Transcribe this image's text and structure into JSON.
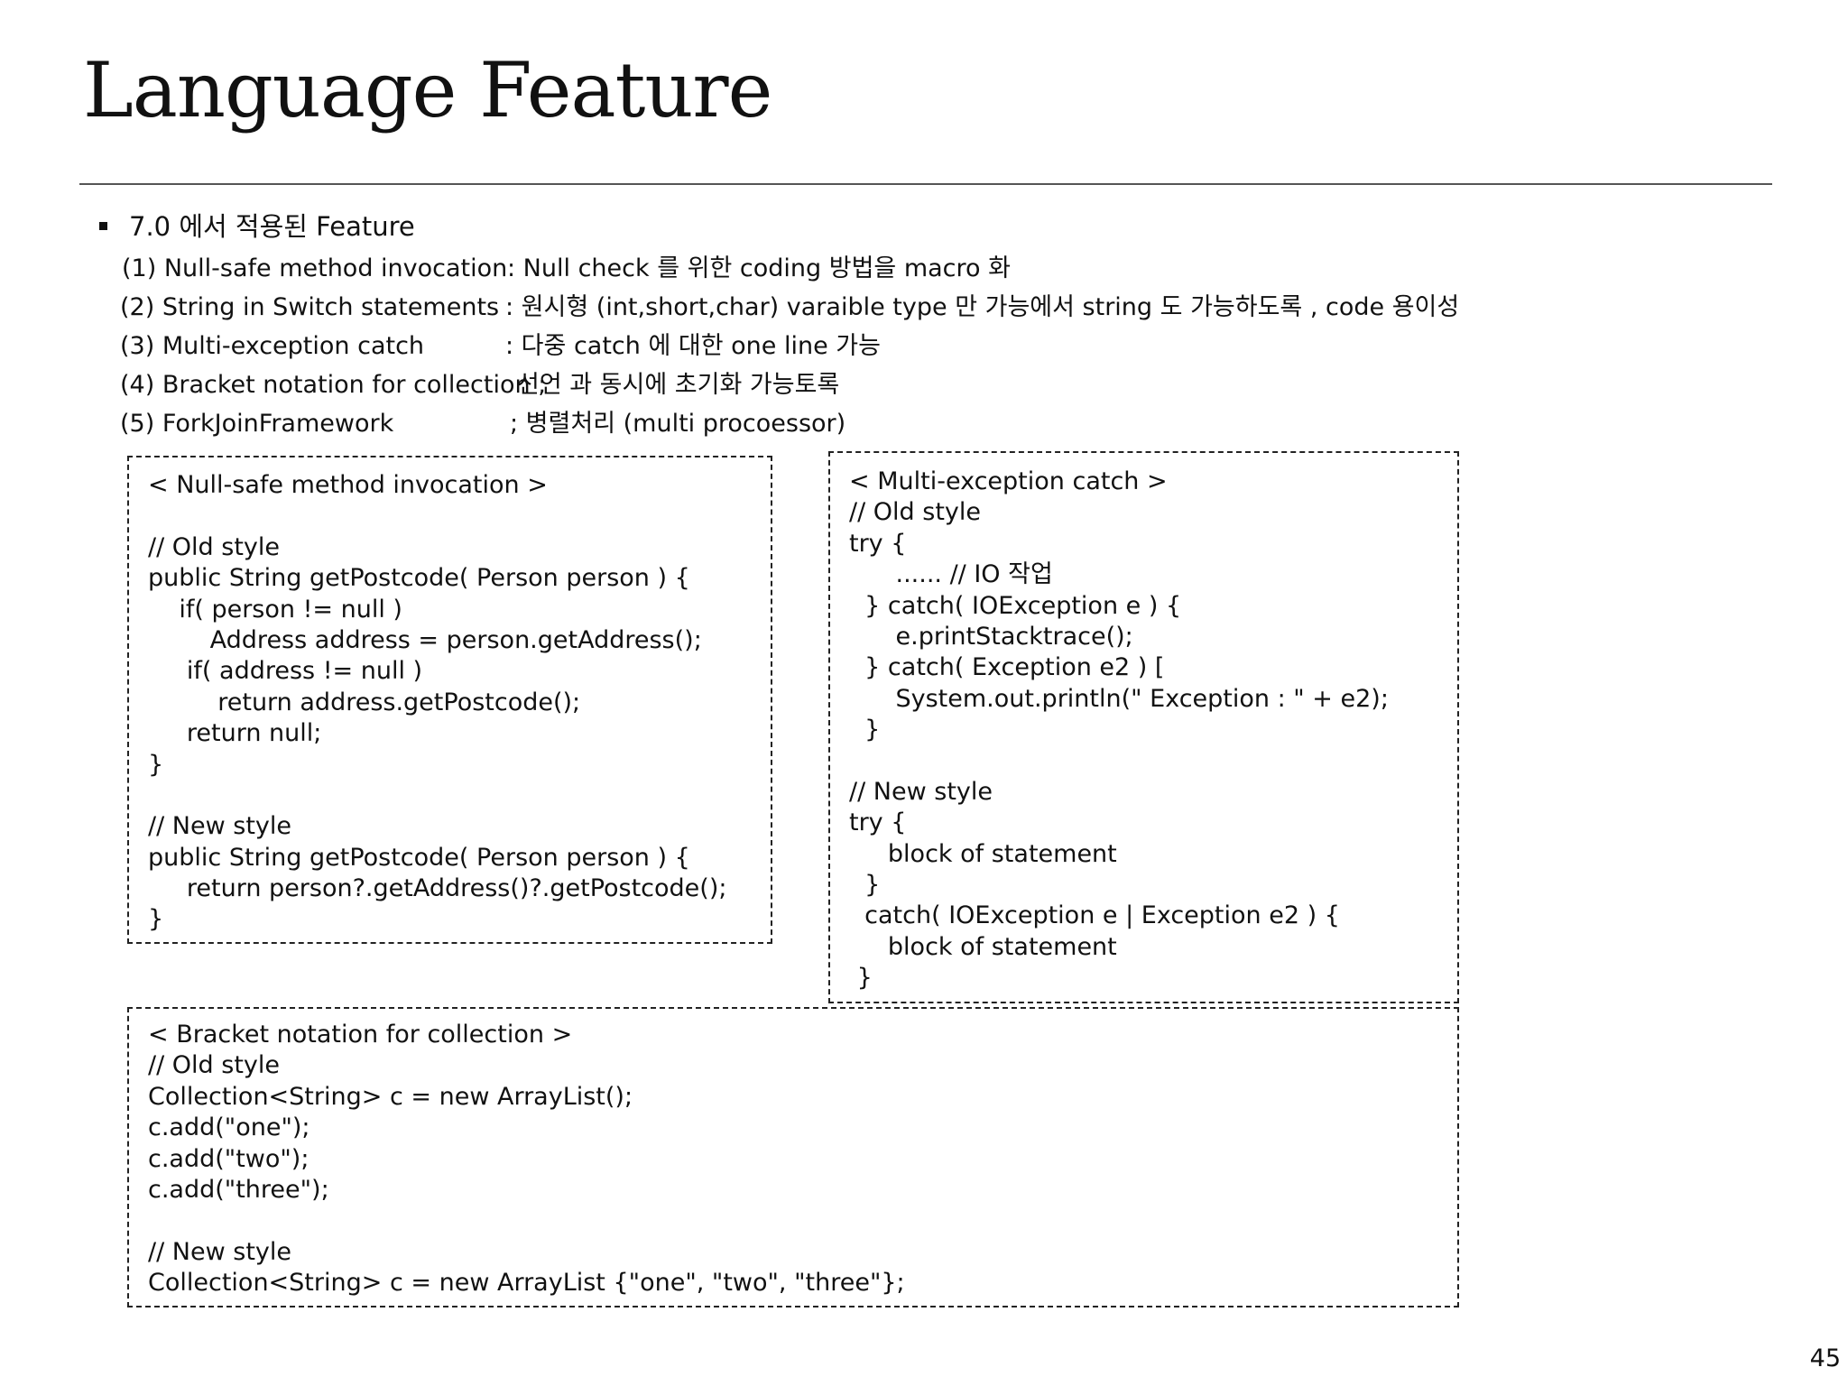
{
  "slide": {
    "title": "Language Feature",
    "bullet": "7.0 에서 적용된 Feature",
    "page_number": "45"
  },
  "features": [
    {
      "name": "(1) Null-safe method invocation",
      "desc": ": Null check 를 위한 coding 방법을 macro 화"
    },
    {
      "name": "(2) String in Switch statements",
      "desc": ": 원시형 (int,short,char) varaible type 만 가능에서 string 도 가능하도록 , code 용이성"
    },
    {
      "name": "(3) Multi-exception catch",
      "desc": ": 다중 catch 에 대한 one line 가능"
    },
    {
      "name": "(4) Bracket notation for collection ;",
      "desc": " 선언 과 동시에 초기화 가능토록"
    },
    {
      "name": "(5) ForkJoinFramework",
      "desc": " ; 병렬처리 (multi procoessor)"
    }
  ],
  "code_boxes": {
    "null_safe": [
      "< Null-safe method invocation >",
      "",
      "// Old style",
      "public String getPostcode( Person person ) {",
      "    if( person != null )",
      "        Address address = person.getAddress();",
      "     if( address != null )",
      "         return address.getPostcode();",
      "     return null;",
      "}",
      "",
      "// New style",
      "public String getPostcode( Person person ) {",
      "     return person?.getAddress()?.getPostcode();",
      "}"
    ],
    "multi_exception": [
      "< Multi-exception catch >",
      "// Old style",
      "try {",
      "      ...... // IO 작업",
      "  } catch( IOException e ) {",
      "      e.printStacktrace();",
      "  } catch( Exception e2 ) [",
      "      System.out.println(\" Exception : \" + e2);",
      "  }",
      "",
      "// New style",
      "try {",
      "     block of statement",
      "  }",
      "  catch( IOException e | Exception e2 ) {",
      "     block of statement",
      " }"
    ],
    "bracket": [
      "< Bracket notation for collection >",
      "// Old style",
      "Collection<String> c = new ArrayList();",
      "c.add(\"one\");",
      "c.add(\"two\");",
      "c.add(\"three\");",
      "",
      "// New style",
      "Collection<String> c = new ArrayList {\"one\", \"two\", \"three\"};"
    ]
  }
}
